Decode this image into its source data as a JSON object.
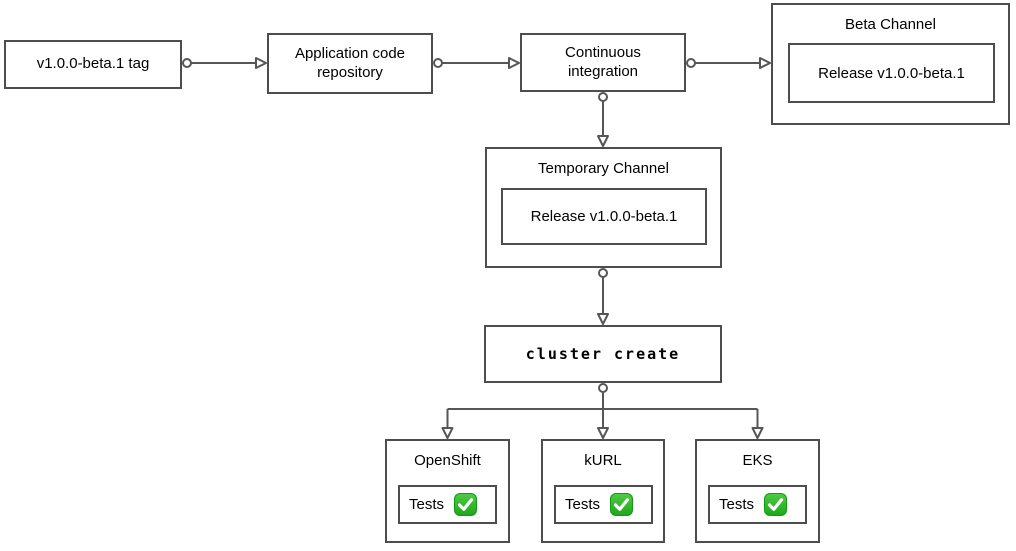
{
  "colors": {
    "border": "#4d4d4d",
    "connector": "#565656",
    "text": "#000000",
    "node_bg": "#ffffff",
    "canvas_bg": "#ffffff",
    "check_green": "#2eb62c",
    "check_green_dark": "#149a14"
  },
  "nodes": {
    "tag": {
      "label": "v1.0.0-beta.1 tag"
    },
    "repo": {
      "label": "Application code repository"
    },
    "ci": {
      "label": "Continuous integration"
    },
    "beta": {
      "title": "Beta Channel",
      "release_label": "Release v1.0.0-beta.1"
    },
    "temp": {
      "title": "Temporary Channel",
      "release_label": "Release v1.0.0-beta.1"
    },
    "cluster": {
      "label": "cluster create"
    },
    "openshift": {
      "title": "OpenShift",
      "tests_label": "Tests",
      "status_icon": "check-mark-green"
    },
    "kurl": {
      "title": "kURL",
      "tests_label": "Tests",
      "status_icon": "check-mark-green"
    },
    "eks": {
      "title": "EKS",
      "tests_label": "Tests",
      "status_icon": "check-mark-green"
    }
  }
}
